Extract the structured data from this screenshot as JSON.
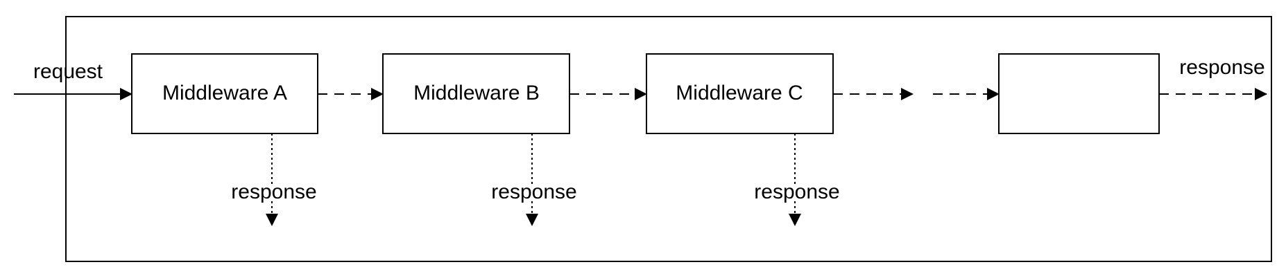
{
  "nodes": [
    {
      "id": "a",
      "label": "Middleware A"
    },
    {
      "id": "b",
      "label": "Middleware B"
    },
    {
      "id": "c",
      "label": "Middleware C"
    },
    {
      "id": "end",
      "label": ""
    }
  ],
  "labels": {
    "request": "request",
    "final_response": "response",
    "response_a": "response",
    "response_b": "response",
    "response_c": "response"
  },
  "colors": {
    "stroke": "#000000",
    "fill": "#ffffff",
    "text": "#000000"
  }
}
